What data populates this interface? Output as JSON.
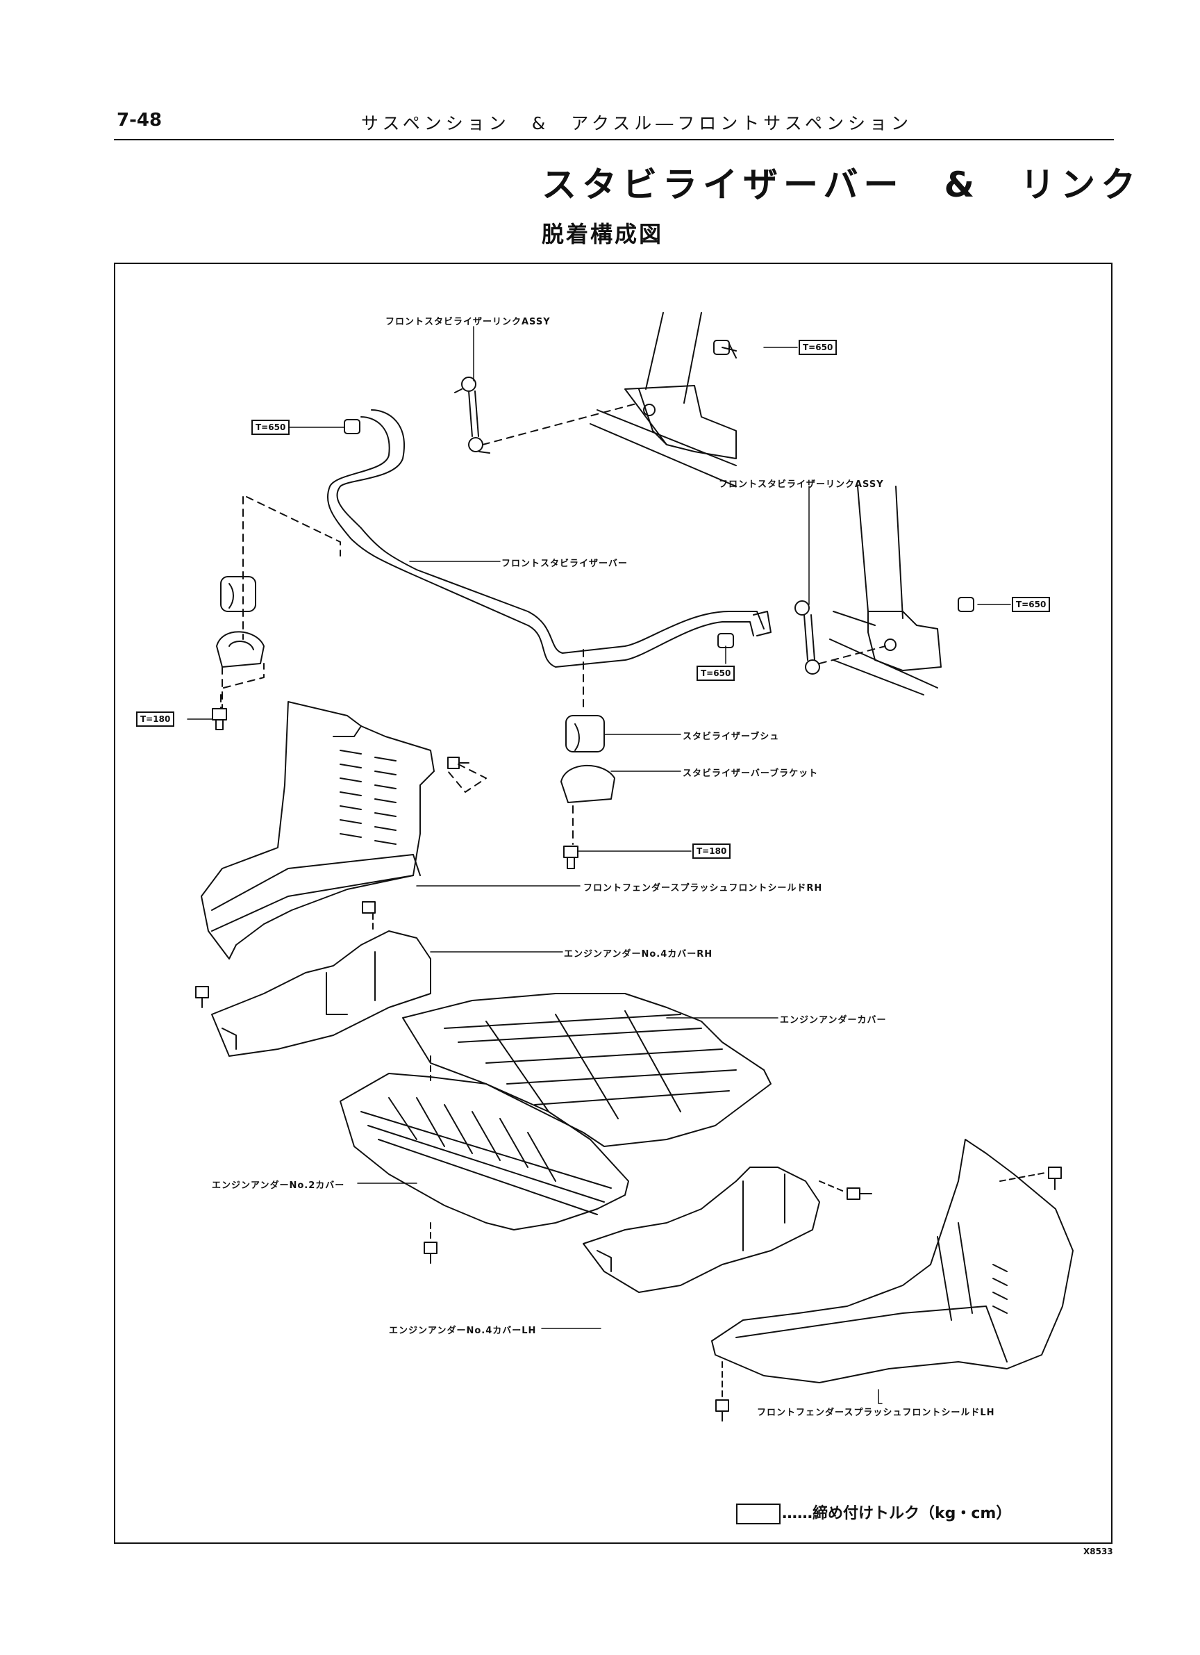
{
  "header": {
    "page_number": "7-48",
    "section_title": "サスペンション　&　アクスル―フロントサスペンション"
  },
  "title": "スタビライザーバー　&　リンク",
  "subtitle": "脱着構成図",
  "labels": {
    "link_assy_top": "フロントスタビライザーリンクASSY",
    "link_assy_right": "フロントスタビライザーリンクASSY",
    "stabilizer_bar": "フロントスタビライザーバー",
    "bushing": "スタビライザーブシュ",
    "bracket": "スタビライザーバーブラケット",
    "splash_shield_rh": "フロントフェンダースプラッシュフロントシールドRH",
    "under_cover_no4_rh": "エンジンアンダーNo.4カバーRH",
    "under_cover": "エンジンアンダーカバー",
    "under_cover_no2": "エンジンアンダーNo.2カバー",
    "under_cover_no4_lh": "エンジンアンダーNo.4カバーLH",
    "splash_shield_lh": "フロントフェンダースプラッシュフロントシールドLH"
  },
  "torques": {
    "t_top_right": "T=650",
    "t_bar_left": "T=650",
    "t_right_link": "T=650",
    "t_bar_right": "T=650",
    "t_bracket_left": "T=180",
    "t_bracket_right": "T=180"
  },
  "legend": {
    "text": "……締め付けトルク（kg・cm）"
  },
  "figure_code": "X8533"
}
